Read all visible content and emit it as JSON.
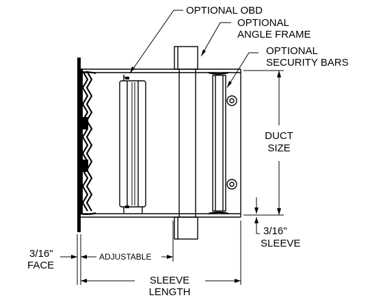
{
  "labels": {
    "optional_obd": "OPTIONAL OBD",
    "optional_angle_frame_1": "OPTIONAL",
    "optional_angle_frame_2": "ANGLE FRAME",
    "optional_security_bars_1": "OPTIONAL",
    "optional_security_bars_2": "SECURITY BARS",
    "duct_size_1": "DUCT",
    "duct_size_2": "SIZE",
    "sleeve_thickness_1": "3/16\"",
    "sleeve_thickness_2": "SLEEVE",
    "face_thickness_1": "3/16\"",
    "face_thickness_2": "FACE",
    "adjustable": "ADJUSTABLE",
    "sleeve_length_1": "SLEEVE",
    "sleeve_length_2": "LENGTH"
  }
}
